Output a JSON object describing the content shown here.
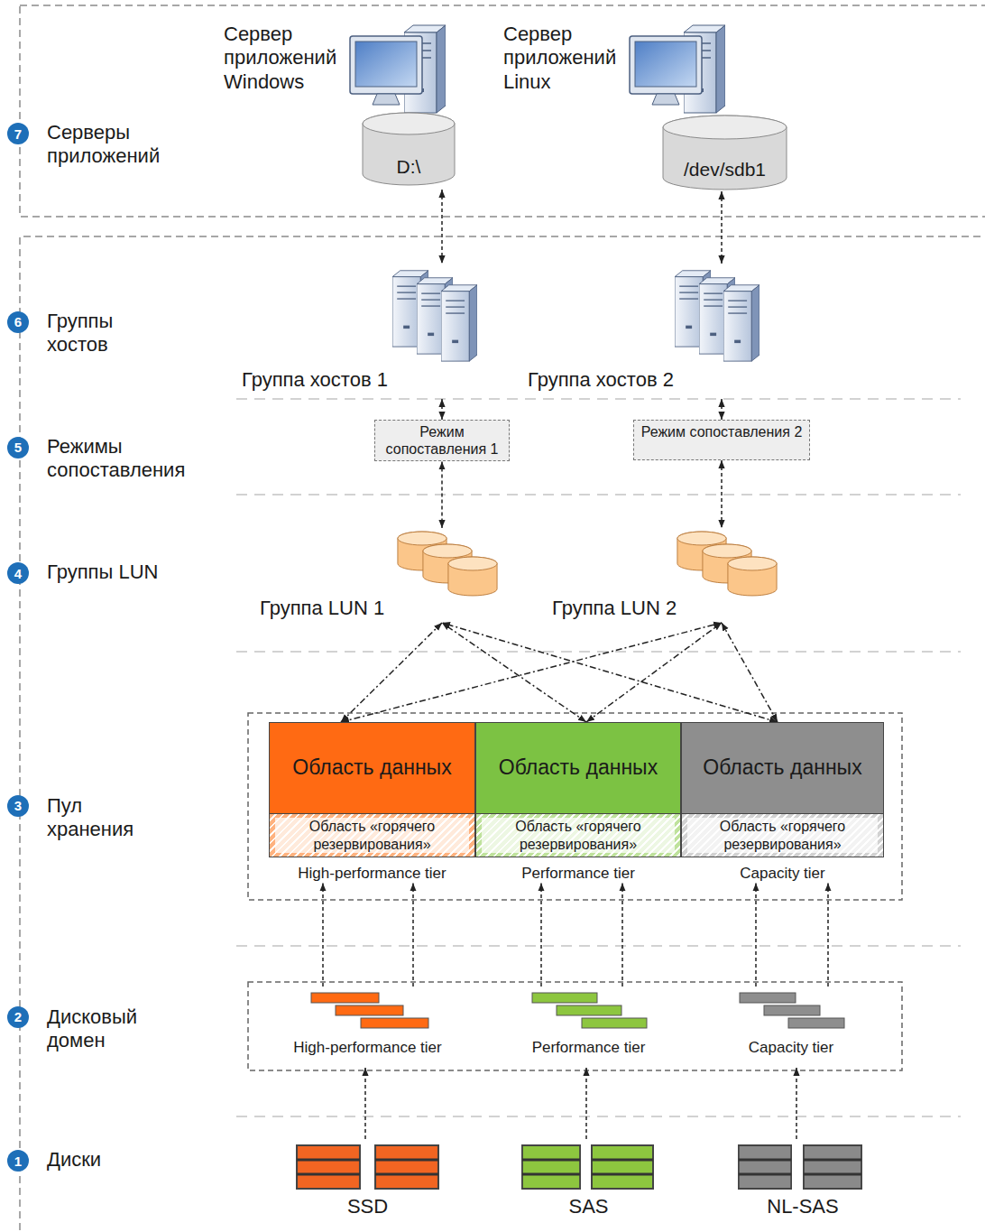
{
  "diagram": {
    "nodes": [
      {
        "text": [
          "Сервер приложений Windows",
          "D:\\"
        ]
      },
      {
        "text": [
          "Сервер приложений Linux",
          "/dev/sdb1"
        ]
      },
      {
        "text": [
          "Группа хостов 1"
        ]
      },
      {
        "text": [
          "Группа хостов 2"
        ]
      },
      {
        "text": [
          "Режим сопоставления 1"
        ]
      },
      {
        "text": [
          "Режим сопоставления 2"
        ]
      },
      {
        "text": [
          "Группа LUN 1"
        ]
      },
      {
        "text": [
          "Группа LUN 2"
        ]
      },
      {
        "text": [
          "Область данных",
          "Область «горячего резервирования»",
          "High-performance tier"
        ]
      },
      {
        "text": [
          "Область данных",
          "Область «горячего резервирования»",
          "Performance tier"
        ]
      },
      {
        "text": [
          "Область данных",
          "Область «горячего резервирования»",
          "Capacity tier"
        ]
      },
      {
        "text": [
          "High-performance tier"
        ]
      },
      {
        "text": [
          "Performance tier"
        ]
      },
      {
        "text": [
          "Capacity tier"
        ]
      },
      {
        "text": [
          "SSD"
        ]
      },
      {
        "text": [
          "SAS"
        ]
      },
      {
        "text": [
          "NL-SAS"
        ]
      }
    ],
    "edges": [
      {
        "from": 0,
        "to": 2,
        "arrow": "both"
      },
      {
        "from": 1,
        "to": 3,
        "arrow": "both"
      },
      {
        "from": 2,
        "to": 4,
        "arrow": "both"
      },
      {
        "from": 3,
        "to": 5,
        "arrow": "both"
      },
      {
        "from": 4,
        "to": 6,
        "arrow": "both"
      },
      {
        "from": 5,
        "to": 7,
        "arrow": "both"
      },
      {
        "from": 8,
        "to": 6,
        "arrow": "both"
      },
      {
        "from": 9,
        "to": 6,
        "arrow": "both"
      },
      {
        "from": 10,
        "to": 6,
        "arrow": "both"
      },
      {
        "from": 8,
        "to": 7,
        "arrow": "both"
      },
      {
        "from": 9,
        "to": 7,
        "arrow": "both"
      },
      {
        "from": 10,
        "to": 7,
        "arrow": "both"
      },
      {
        "from": 11,
        "to": 8,
        "arrow": "to"
      },
      {
        "from": 11,
        "to": 8,
        "arrow": "to"
      },
      {
        "from": 12,
        "to": 9,
        "arrow": "to"
      },
      {
        "from": 12,
        "to": 9,
        "arrow": "to"
      },
      {
        "from": 13,
        "to": 10,
        "arrow": "to"
      },
      {
        "from": 13,
        "to": 10,
        "arrow": "to"
      },
      {
        "from": 14,
        "to": 11,
        "arrow": "to"
      },
      {
        "from": 15,
        "to": 12,
        "arrow": "to"
      },
      {
        "from": 16,
        "to": 13,
        "arrow": "to"
      }
    ],
    "labels": [
      "7",
      "Серверы приложений",
      "6",
      "Группы хостов",
      "5",
      "Режимы сопоставления",
      "4",
      "Группы LUN",
      "3",
      "Пул хранения",
      "2",
      "Дисковый домен",
      "1",
      "Диски"
    ]
  }
}
